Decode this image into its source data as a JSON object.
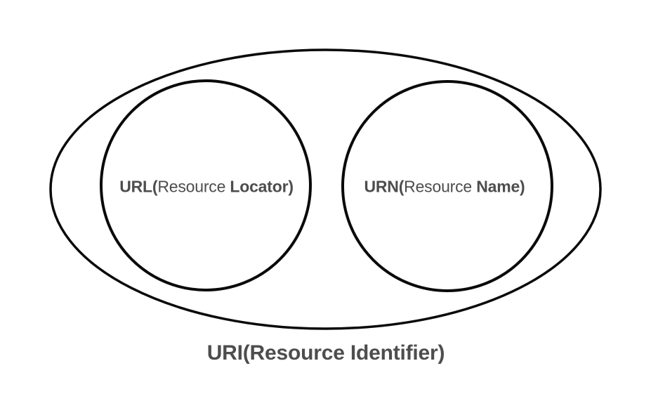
{
  "diagram": {
    "caption": "URI(Resource Identifier)",
    "sets": [
      {
        "id": "url",
        "bold_open": "URL(",
        "regular_mid": "Resource ",
        "bold_close": "Locator)"
      },
      {
        "id": "urn",
        "bold_open": "URN(",
        "regular_mid": "Resource ",
        "bold_close": "Name)"
      }
    ]
  },
  "colors": {
    "stroke": "#0a0a0a",
    "text": "#4c4d4f",
    "background": "#ffffff"
  }
}
